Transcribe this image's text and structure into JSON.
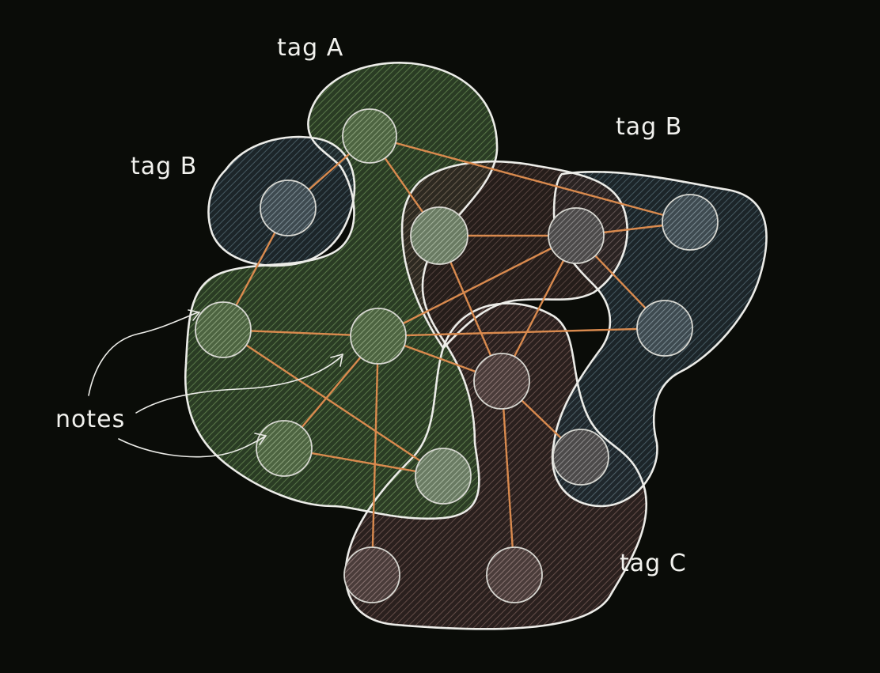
{
  "labels": {
    "tag_a": "tag A",
    "tag_b_left": "tag B",
    "tag_b_right": "tag B",
    "tag_c": "tag C",
    "notes": "notes"
  },
  "colors": {
    "background": "#0a0c08",
    "tag_a_fill": "#3f5a34",
    "tag_b_fill": "#3d4f57",
    "tag_c_fill": "#5a4540",
    "edge": "#d98a4e",
    "outline": "#ecece8"
  }
}
